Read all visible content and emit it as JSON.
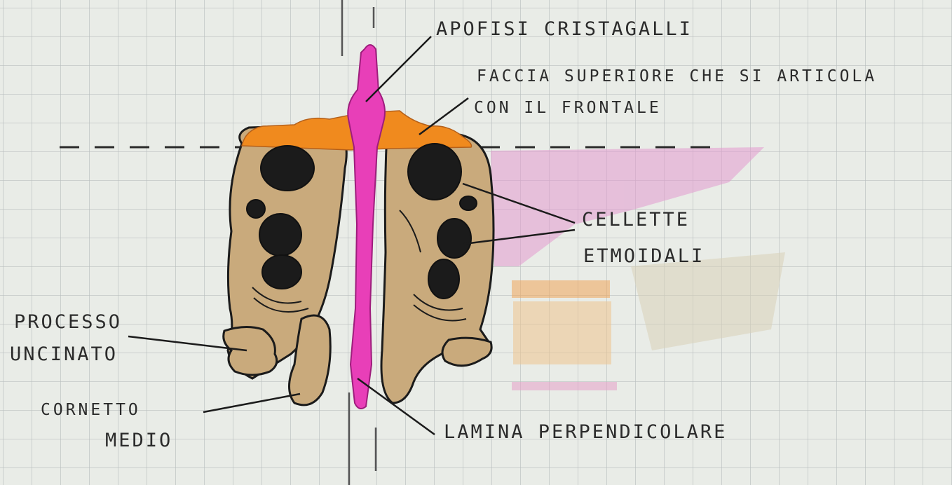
{
  "labels": {
    "crista_galli": "APOFISI CRISTAGALLI",
    "upper_face_line1": "FACCIA SUPERIORE CHE SI ARTICOLA",
    "upper_face_line2": "CON IL FRONTALE",
    "cells_line1": "CELLETTE",
    "cells_line2": "ETMOIDALI",
    "uncinate_line1": "PROCESSO",
    "uncinate_line2": "UNCINATO",
    "middle_concha_line1": "CORNETTO",
    "middle_concha_line2": "MEDIO",
    "perpendicular_plate": "LAMINA PERPENDICOLARE"
  },
  "colors": {
    "paper": "#e9ece7",
    "grid": "#b9bfbf",
    "bone": "#c9aa7c",
    "orbit_face": "#f08a1e",
    "perpendicular_plate": "#e83fb8",
    "ink": "#1b1b1b"
  }
}
